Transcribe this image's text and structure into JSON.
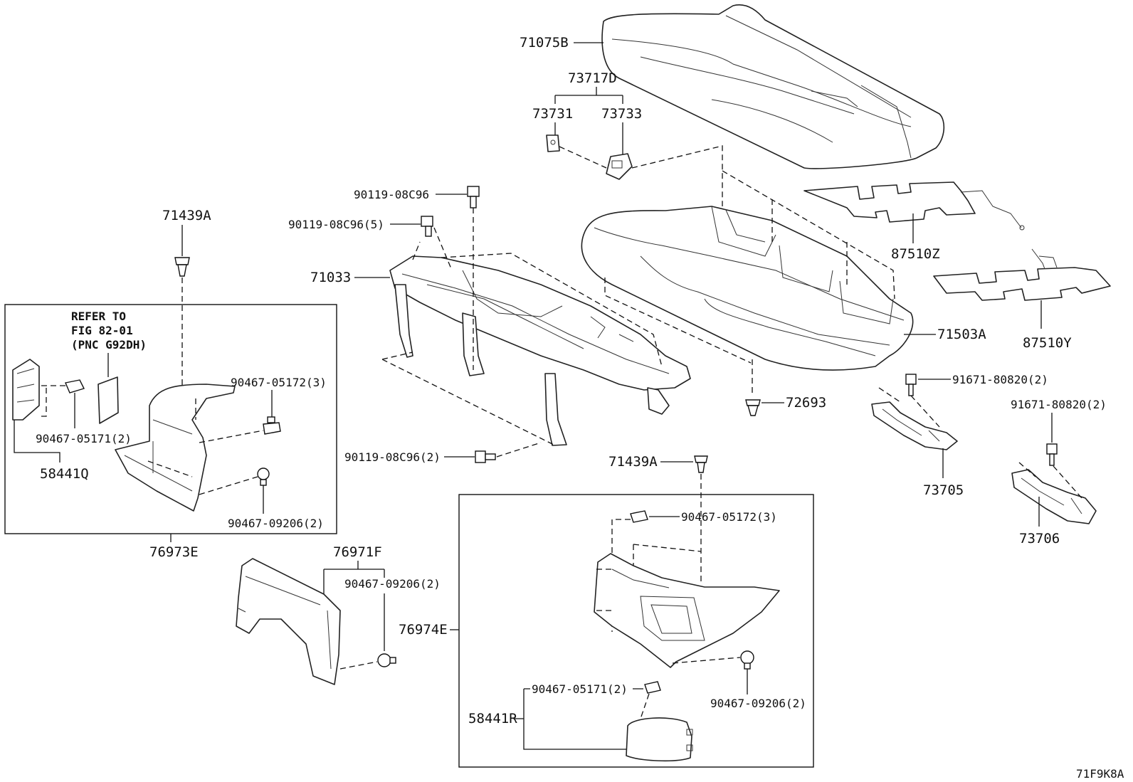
{
  "diagram": {
    "figure_code": "71F9K8A",
    "reference_note": [
      "REFER TO",
      "FIG 82-01",
      "(PNC G92DH)"
    ],
    "labels": {
      "cushion_cover": "71075B",
      "anchor_set": "73717D",
      "anchor_left": "73731",
      "anchor_right": "73733",
      "bolt_top": "90119-08C96",
      "bolt_five": "90119-08C96(5)",
      "bolt_two": "90119-08C96(2)",
      "frame": "71033",
      "pad": "71503A",
      "heater_upper": "87510Z",
      "heater_lower": "87510Y",
      "clip_upper_left": "71439A",
      "clip_lower_center": "71439A",
      "clip_a_left": "90467-05172(3)",
      "clip_b_left": "90467-05171(2)",
      "clip_c_left": "90467-09206(2)",
      "clip_a_right": "90467-05172(3)",
      "clip_b_right": "90467-05171(2)",
      "clip_c_right": "90467-09206(2)",
      "clip_c_center": "90467-09206(2)",
      "cover_left": "58441Q",
      "cover_right": "58441R",
      "trim_left_assy": "76973E",
      "trim_center": "76971F",
      "trim_right_assy": "76974E",
      "fastener": "72693",
      "bolt_hinge_1": "91671-80820(2)",
      "bolt_hinge_2": "91671-80820(2)",
      "hinge_1": "73705",
      "hinge_2": "73706"
    }
  }
}
